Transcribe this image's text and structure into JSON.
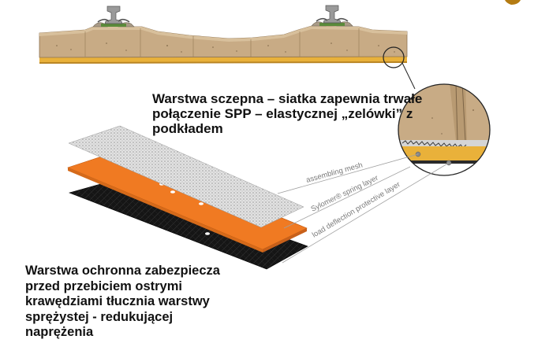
{
  "annotations": {
    "top_lines": [
      "Warstwa sczepna – siatka zapewnia trwałe",
      "połączenie SPP – elastycznej „zelówki” z",
      "podkładem"
    ],
    "bottom_lines": [
      "Warstwa ochronna zabezpiecza",
      "przed przebiciem ostrymi",
      "krawędziami tłucznia warstwy",
      "sprężystej - redukującej",
      "naprężenia"
    ]
  },
  "layers": [
    {
      "label": "assembling mesh",
      "color": "#d6d6d6"
    },
    {
      "label": "Sylomer® spring layer",
      "color": "#f07a22"
    },
    {
      "label": "load deflection protective layer",
      "color": "#1a1a1a"
    }
  ],
  "colors": {
    "sleeper": "#c8ab85",
    "sleeper_dark": "#8e7352",
    "pad": "#e9b13a",
    "rail": "#9a9a9a",
    "clip": "#5a8a3a",
    "leader_line": "#a0a0a0"
  }
}
